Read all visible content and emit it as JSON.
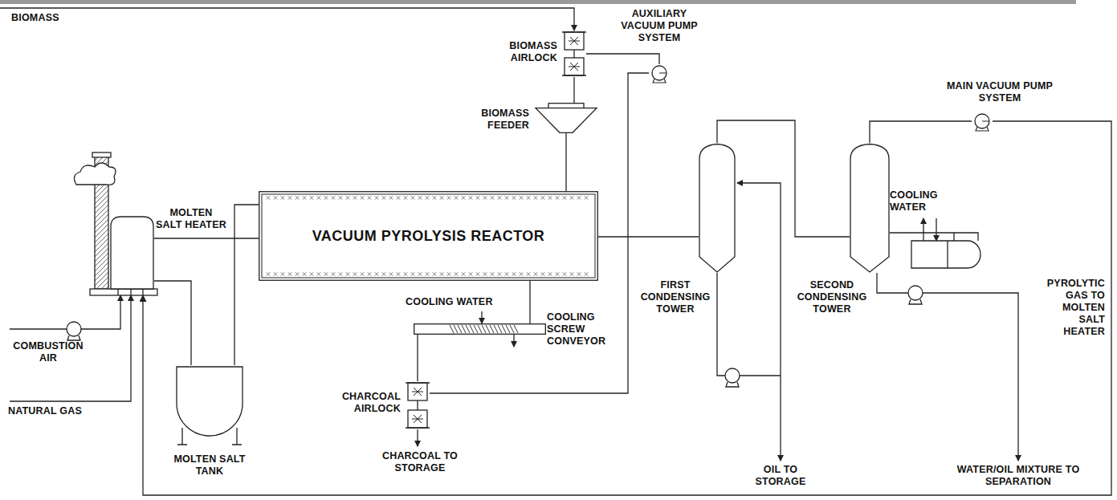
{
  "diagram": {
    "nodes": [
      {
        "text": [
          "VACUUM PYROLYSIS REACTOR"
        ]
      },
      {
        "text": [
          "MOLTEN SALT HEATER"
        ]
      },
      {
        "text": [
          "MOLTEN SALT TANK"
        ]
      },
      {
        "text": [
          "BIOMASS AIRLOCK"
        ]
      },
      {
        "text": [
          "BIOMASS FEEDER"
        ]
      },
      {
        "text": [
          "AUXILIARY VACUUM PUMP SYSTEM"
        ]
      },
      {
        "text": [
          "COOLING SCREW CONVEYOR"
        ]
      },
      {
        "text": [
          "CHARCOAL AIRLOCK"
        ]
      },
      {
        "text": [
          "FIRST CONDENSING TOWER"
        ]
      },
      {
        "text": [
          "SECOND CONDENSING TOWER"
        ]
      },
      {
        "text": [
          "MAIN VACUUM PUMP SYSTEM"
        ]
      }
    ],
    "edges": [
      {
        "from": 1,
        "to": 0,
        "arrow": "none"
      },
      {
        "from": 2,
        "to": 1,
        "arrow": "none"
      },
      {
        "from": 2,
        "to": 0,
        "arrow": "none"
      },
      {
        "from": 3,
        "to": 4,
        "arrow": "none"
      },
      {
        "from": 4,
        "to": 0,
        "arrow": "none"
      },
      {
        "from": 3,
        "to": 5,
        "arrow": "none"
      },
      {
        "from": 0,
        "to": 6,
        "arrow": "none"
      },
      {
        "from": 6,
        "to": 7,
        "arrow": "none"
      },
      {
        "from": 7,
        "to": 5,
        "arrow": "none"
      },
      {
        "from": 0,
        "to": 8,
        "arrow": "none"
      },
      {
        "from": 8,
        "to": 9,
        "arrow": "none"
      },
      {
        "from": 9,
        "to": 10,
        "arrow": "none"
      },
      {
        "from": 10,
        "to": 1,
        "arrow": "to"
      }
    ],
    "labels": [
      "BIOMASS",
      "COMBUSTION AIR",
      "NATURAL GAS",
      "COOLING WATER",
      "CHARCOAL TO STORAGE",
      "OIL TO STORAGE",
      "COOLING WATER",
      "PYROLYTIC GAS TO MOLTEN SALT HEATER",
      "WATER/OIL MIXTURE TO SEPARATION"
    ]
  }
}
